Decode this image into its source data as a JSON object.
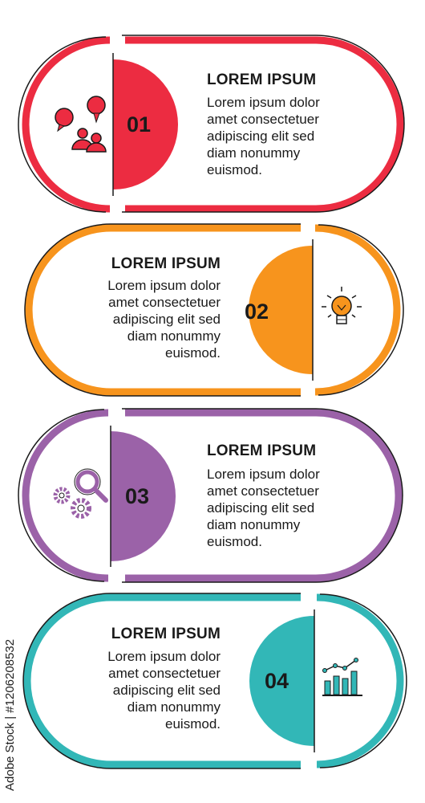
{
  "colors": {
    "step1": "#ec2c41",
    "step2": "#f7941d",
    "step3": "#9b62a8",
    "step4": "#32b7b7",
    "outline": "#1a1a1a"
  },
  "steps": [
    {
      "number": "01",
      "title": "LOREM IPSUM",
      "body": [
        "Lorem ipsum dolor",
        "amet consectetuer",
        "adipiscing elit sed",
        "diam nonummy",
        "euismod."
      ],
      "icon": "people-chat-icon",
      "color": "#ec2c41"
    },
    {
      "number": "02",
      "title": "LOREM IPSUM",
      "body": [
        "Lorem ipsum dolor",
        "amet consectetuer",
        "adipiscing elit sed",
        "diam nonummy",
        "euismod."
      ],
      "icon": "light-bulb-icon",
      "color": "#f7941d"
    },
    {
      "number": "03",
      "title": "LOREM IPSUM",
      "body": [
        "Lorem ipsum dolor",
        "amet consectetuer",
        "adipiscing elit sed",
        "diam nonummy",
        "euismod."
      ],
      "icon": "gears-magnifier-icon",
      "color": "#9b62a8"
    },
    {
      "number": "04",
      "title": "LOREM IPSUM",
      "body": [
        "Lorem ipsum dolor",
        "amet consectetuer",
        "adipiscing elit sed",
        "diam nonummy",
        "euismod."
      ],
      "icon": "bar-chart-icon",
      "color": "#32b7b7"
    }
  ],
  "watermark": "Adobe Stock | #1206208532"
}
